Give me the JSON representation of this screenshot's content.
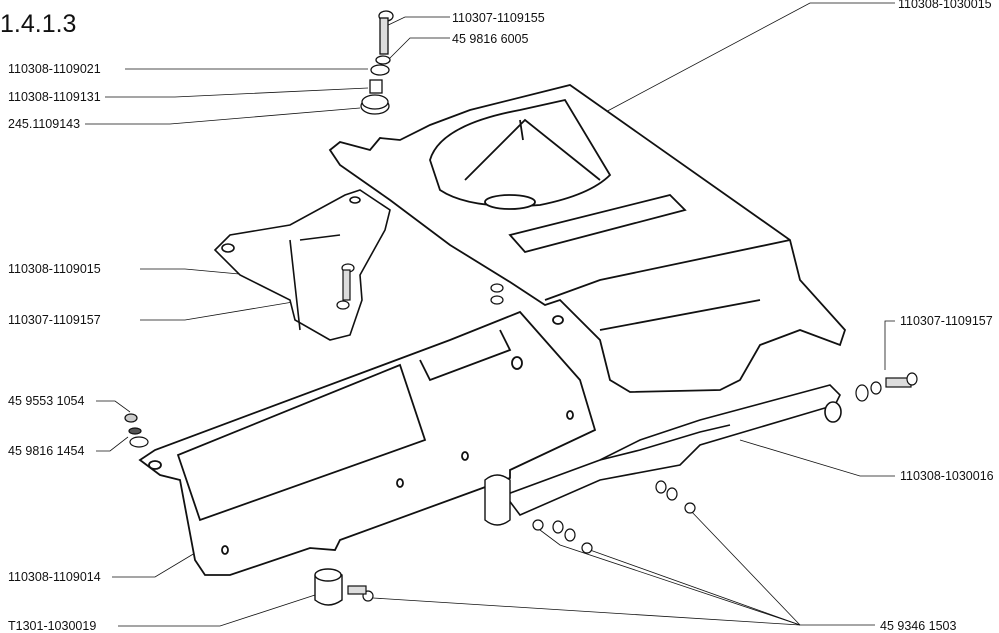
{
  "title": "1.4.1.3",
  "labels": {
    "bolt_top": "110307-1109155",
    "washer_top": "45 9816 6005",
    "washer_flat": "110308-1109021",
    "spacer": "110308-1109131",
    "rubber_bushing": "245.1109143",
    "cover": "110308-1030015",
    "bracket": "110308-1109015",
    "bracket_bolt": "110307-1109157",
    "nut_left": "45 9553 1054",
    "washer_left": "45 9816 1454",
    "frame": "110308-1109014",
    "clamp": "T1301-1030019",
    "bolt_right": "110307-1109157",
    "rail": "110308-1030016",
    "screws": "45 9346 1503"
  }
}
